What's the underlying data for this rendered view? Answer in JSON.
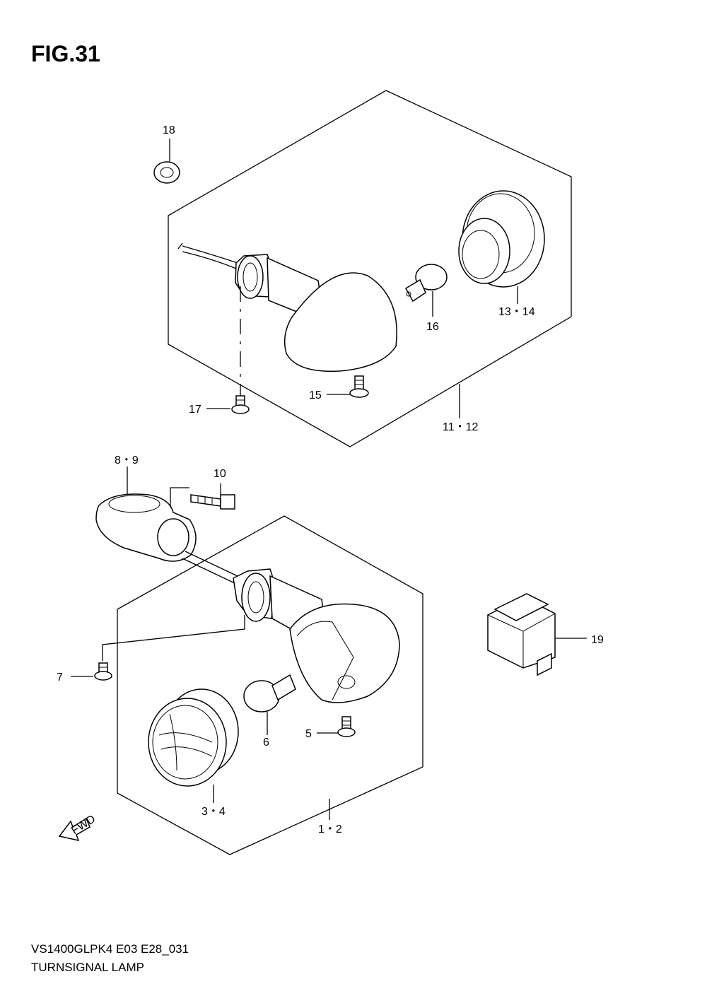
{
  "figure": {
    "title": "FIG.31",
    "code": "VS1400GLPK4 E03 E28_031",
    "name": "TURNSIGNAL LAMP"
  },
  "labels": {
    "p18": "18",
    "p13_14": "13・14",
    "p16": "16",
    "p15": "15",
    "p17": "17",
    "p11_12": "11・12",
    "p8_9": "8・9",
    "p10": "10",
    "p19": "19",
    "p7": "7",
    "p6": "6",
    "p5": "5",
    "p3_4": "3・4",
    "p1_2": "1・2",
    "fwd": "FWD"
  }
}
